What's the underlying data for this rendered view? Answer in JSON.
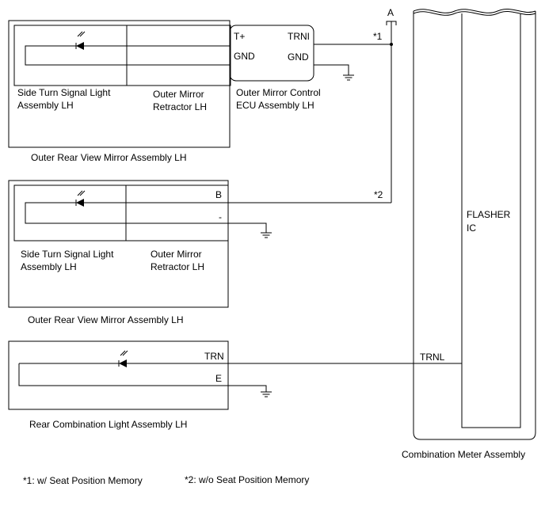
{
  "connector": "A",
  "notes": {
    "n1_ref": "*1",
    "n2_ref": "*2",
    "n1": "*1: w/ Seat Position Memory",
    "n2": "*2: w/o Seat Position Memory"
  },
  "mirror1": {
    "title": "Outer Rear View Mirror Assembly LH",
    "signal": [
      "Side Turn Signal Light",
      "Assembly LH"
    ],
    "retractor": [
      "Outer Mirror",
      "Retractor LH"
    ]
  },
  "ecu": {
    "name": [
      "Outer Mirror Control",
      "ECU Assembly LH"
    ],
    "pin_in": "T+",
    "pin_out": "TRNI",
    "gnd_left": "GND",
    "gnd_right": "GND"
  },
  "mirror2": {
    "title": "Outer Rear View Mirror Assembly LH",
    "signal": [
      "Side Turn Signal Light",
      "Assembly LH"
    ],
    "retractor": [
      "Outer Mirror",
      "Retractor LH"
    ],
    "pin_b": "B",
    "pin_minus": "-"
  },
  "rear": {
    "title": "Rear Combination Light Assembly LH",
    "pin_trn": "TRN",
    "pin_e": "E"
  },
  "meter": {
    "title": "Combination Meter Assembly",
    "flasher": [
      "FLASHER",
      "IC"
    ],
    "pin": "TRNL"
  }
}
